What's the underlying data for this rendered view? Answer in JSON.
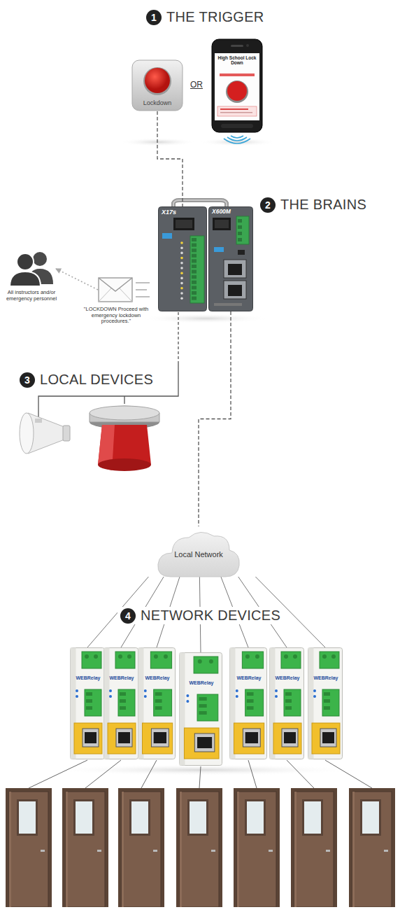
{
  "diagram": {
    "nodes": [
      {
        "text": [
          "Lockdown"
        ]
      },
      {
        "text": [
          "High School Lock Down"
        ]
      },
      {
        "text": [
          "X17s"
        ]
      },
      {
        "text": [
          "X600M"
        ]
      },
      {
        "text": [
          "All instructors and/or emergency personnel"
        ]
      },
      {
        "text": [
          "\"LOCKDOWN Proceed with emergency lockdown procedures.\""
        ]
      },
      {
        "text": [
          "Local Network"
        ]
      },
      {
        "text": [
          "WEBRelay"
        ]
      },
      {
        "text": [
          "WEBRelay"
        ]
      },
      {
        "text": [
          "WEBRelay"
        ]
      },
      {
        "text": [
          "WEBRelay"
        ]
      },
      {
        "text": [
          "WEBRelay"
        ]
      },
      {
        "text": [
          "WEBRelay"
        ]
      },
      {
        "text": [
          "WEBRelay"
        ]
      }
    ],
    "edges": [
      {
        "from": 0,
        "to": 2,
        "arrow": "none"
      },
      {
        "from": 5,
        "to": 4,
        "arrow": "to"
      },
      {
        "from": 3,
        "to": 6,
        "arrow": "none"
      },
      {
        "from": 6,
        "to": 7,
        "arrow": "none"
      },
      {
        "from": 6,
        "to": 8,
        "arrow": "none"
      },
      {
        "from": 6,
        "to": 9,
        "arrow": "none"
      },
      {
        "from": 6,
        "to": 10,
        "arrow": "none"
      },
      {
        "from": 6,
        "to": 11,
        "arrow": "none"
      },
      {
        "from": 6,
        "to": 12,
        "arrow": "none"
      },
      {
        "from": 6,
        "to": 13,
        "arrow": "none"
      }
    ],
    "labels": [
      "1",
      "THE TRIGGER",
      "OR",
      "2",
      "THE BRAINS",
      "3",
      "LOCAL DEVICES",
      "4",
      "NETWORK DEVICES"
    ]
  }
}
